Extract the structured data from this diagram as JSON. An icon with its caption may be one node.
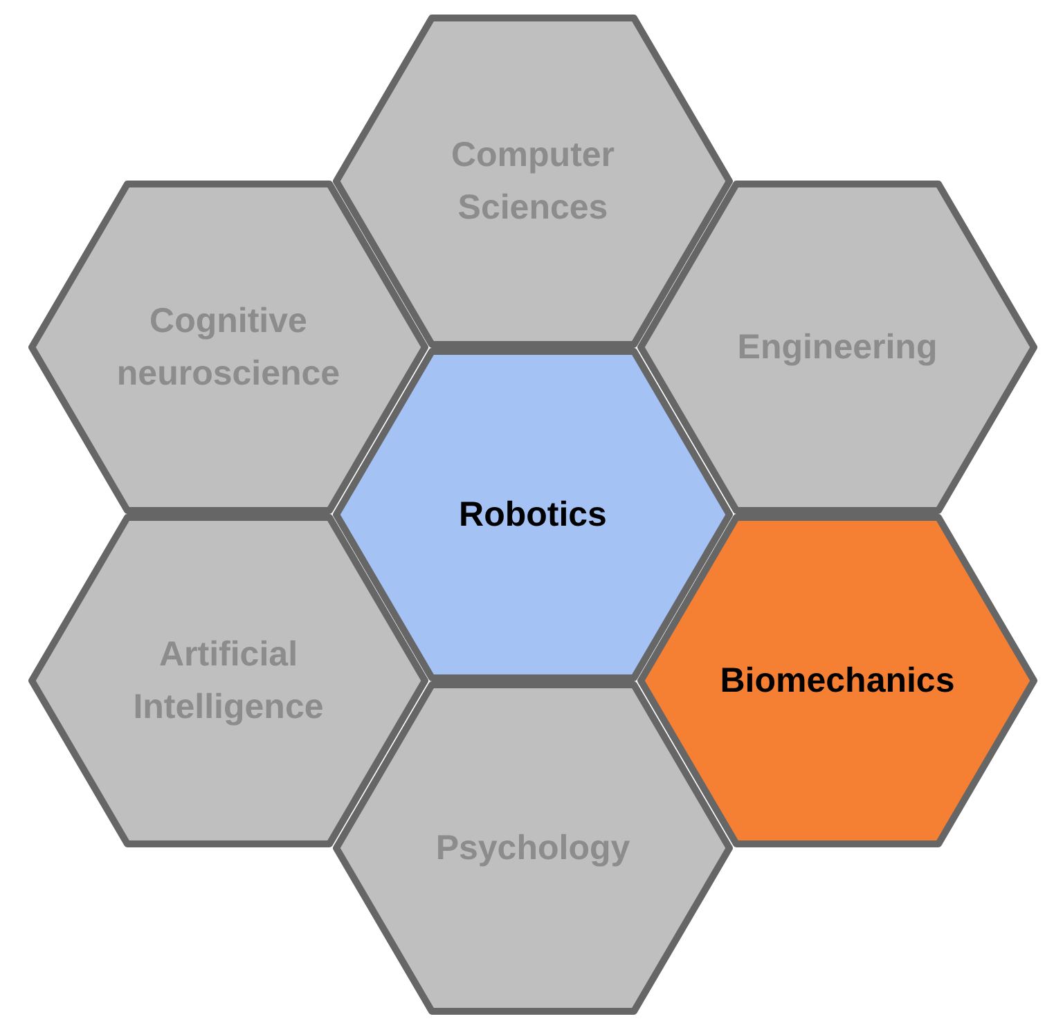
{
  "diagram": {
    "nodes": [
      {
        "text": [
          "Computer Sciences"
        ]
      },
      {
        "text": [
          "Cognitive neuroscience"
        ]
      },
      {
        "text": [
          "Engineering"
        ]
      },
      {
        "text": [
          "Robotics"
        ]
      },
      {
        "text": [
          "Artificial Intelligence"
        ]
      },
      {
        "text": [
          "Biomechanics"
        ]
      },
      {
        "text": [
          "Psychology"
        ]
      }
    ]
  }
}
